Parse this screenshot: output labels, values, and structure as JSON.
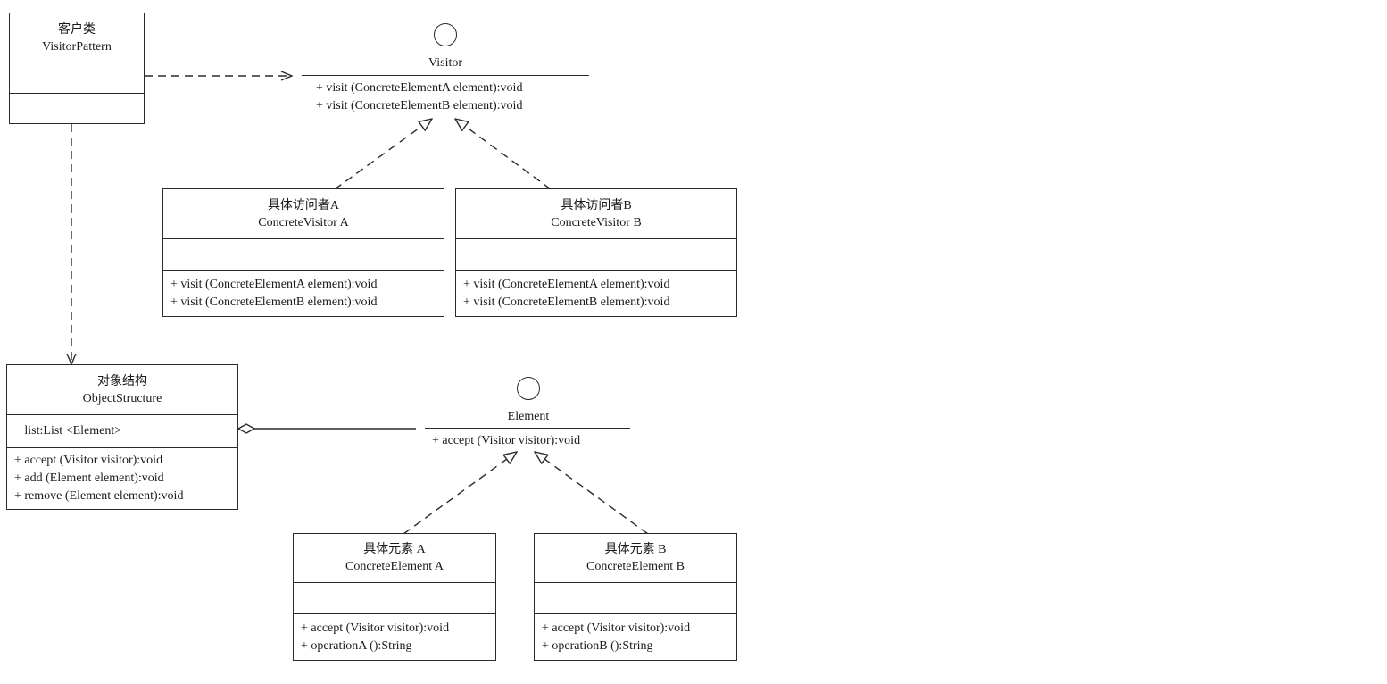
{
  "client": {
    "cn": "客户类",
    "en": "VisitorPattern"
  },
  "visitor": {
    "name": "Visitor",
    "ops": [
      "+ visit (ConcreteElementA element):void",
      "+ visit (ConcreteElementB element):void"
    ]
  },
  "concrete_visitor_a": {
    "cn": "具体访问者A",
    "en": "ConcreteVisitor A",
    "ops": [
      "+ visit (ConcreteElementA element):void",
      "+ visit (ConcreteElementB element):void"
    ]
  },
  "concrete_visitor_b": {
    "cn": "具体访问者B",
    "en": "ConcreteVisitor B",
    "ops": [
      "+ visit (ConcreteElementA element):void",
      "+ visit (ConcreteElementB element):void"
    ]
  },
  "object_structure": {
    "cn": "对象结构",
    "en": "ObjectStructure",
    "attrs": [
      "− list:List <Element>"
    ],
    "ops": [
      "+ accept (Visitor visitor):void",
      "+ add (Element element):void",
      "+ remove (Element element):void"
    ]
  },
  "element": {
    "name": "Element",
    "ops": [
      "+ accept (Visitor visitor):void"
    ]
  },
  "concrete_element_a": {
    "cn": "具体元素 A",
    "en": "ConcreteElement A",
    "ops": [
      "+ accept (Visitor visitor):void",
      "+ operationA ():String"
    ]
  },
  "concrete_element_b": {
    "cn": "具体元素 B",
    "en": "ConcreteElement B",
    "ops": [
      "+ accept (Visitor visitor):void",
      "+ operationB ():String"
    ]
  }
}
